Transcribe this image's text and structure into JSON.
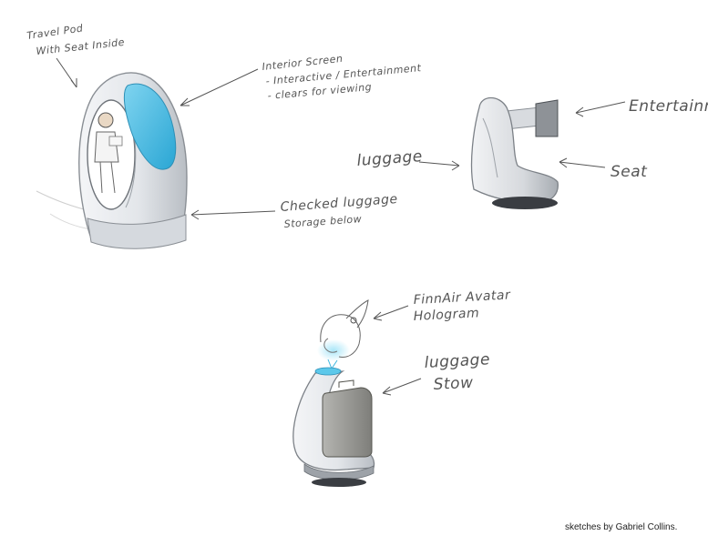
{
  "colors": {
    "screen_blue": "#3fb6df",
    "pod_shell": "#e7e9ec",
    "pod_shadow": "#b7bcc2",
    "luggage_grey": "#9a9a96",
    "ink": "#555555",
    "base_dark": "#3a3d42"
  },
  "labels": {
    "travel_pod_line1": "Travel Pod",
    "travel_pod_line2": "With Seat Inside",
    "interior_screen_line1": "Interior Screen",
    "interior_screen_line2": "- Interactive / Entertainment",
    "interior_screen_line3": "- clears for viewing",
    "checked_luggage_line1": "Checked luggage",
    "checked_luggage_line2": "Storage below",
    "luggage": "luggage",
    "entertainment": "Entertainme",
    "seat": "Seat",
    "finnair_line1": "FinnAir Avatar",
    "finnair_line2": "Hologram",
    "luggage_stow_line1": "luggage",
    "luggage_stow_line2": "Stow"
  },
  "credit": "sketches by Gabriel Collins."
}
